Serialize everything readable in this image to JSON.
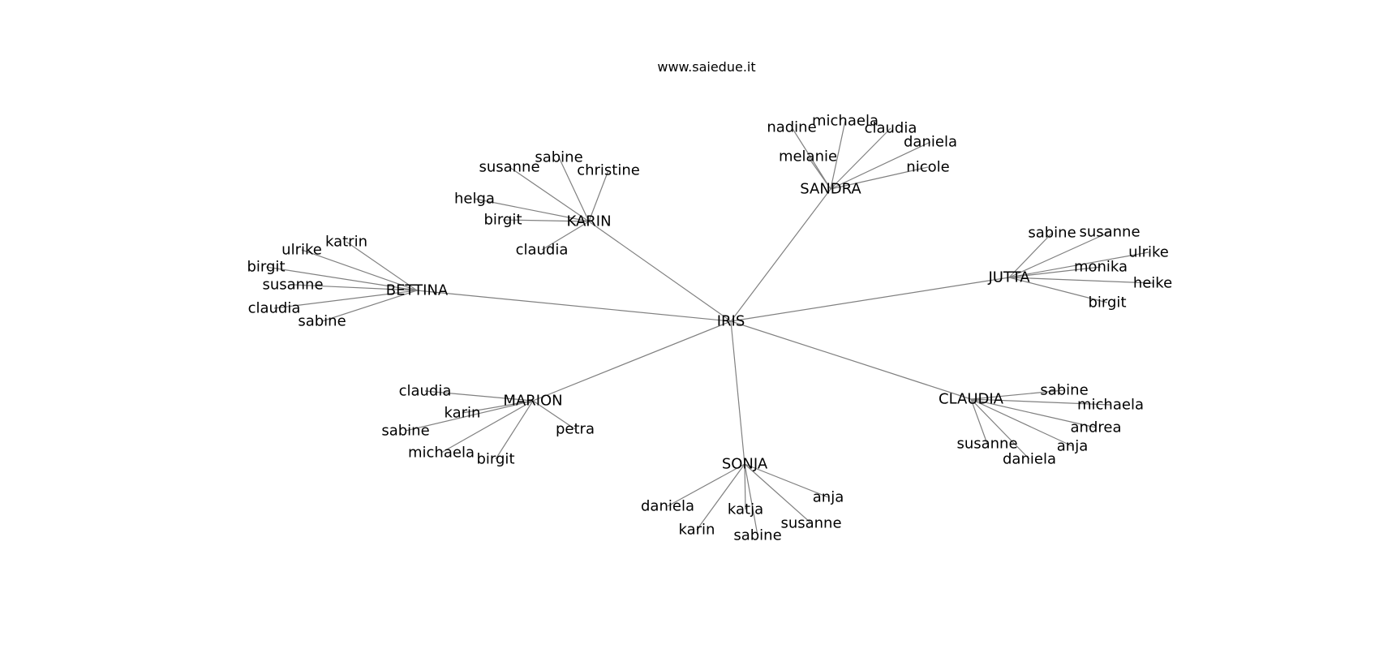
{
  "watermark": "www.saiedue.it",
  "center": "IRIS",
  "groups": [
    {
      "hub": "KARIN",
      "leaves": [
        "susanne",
        "sabine",
        "christine",
        "helga",
        "birgit",
        "claudia"
      ]
    },
    {
      "hub": "SANDRA",
      "leaves": [
        "nadine",
        "michaela",
        "claudia",
        "daniela",
        "melanie",
        "nicole"
      ]
    },
    {
      "hub": "BETTINA",
      "leaves": [
        "katrin",
        "ulrike",
        "birgit",
        "susanne",
        "claudia",
        "sabine"
      ]
    },
    {
      "hub": "JUTTA",
      "leaves": [
        "sabine",
        "susanne",
        "ulrike",
        "monika",
        "heike",
        "birgit"
      ]
    },
    {
      "hub": "MARION",
      "leaves": [
        "claudia",
        "karin",
        "sabine",
        "michaela",
        "birgit",
        "petra"
      ]
    },
    {
      "hub": "CLAUDIA",
      "leaves": [
        "sabine",
        "michaela",
        "andrea",
        "anja",
        "susanne",
        "daniela"
      ]
    },
    {
      "hub": "SONJA",
      "leaves": [
        "daniela",
        "karin",
        "katja",
        "sabine",
        "susanne",
        "anja"
      ]
    }
  ]
}
